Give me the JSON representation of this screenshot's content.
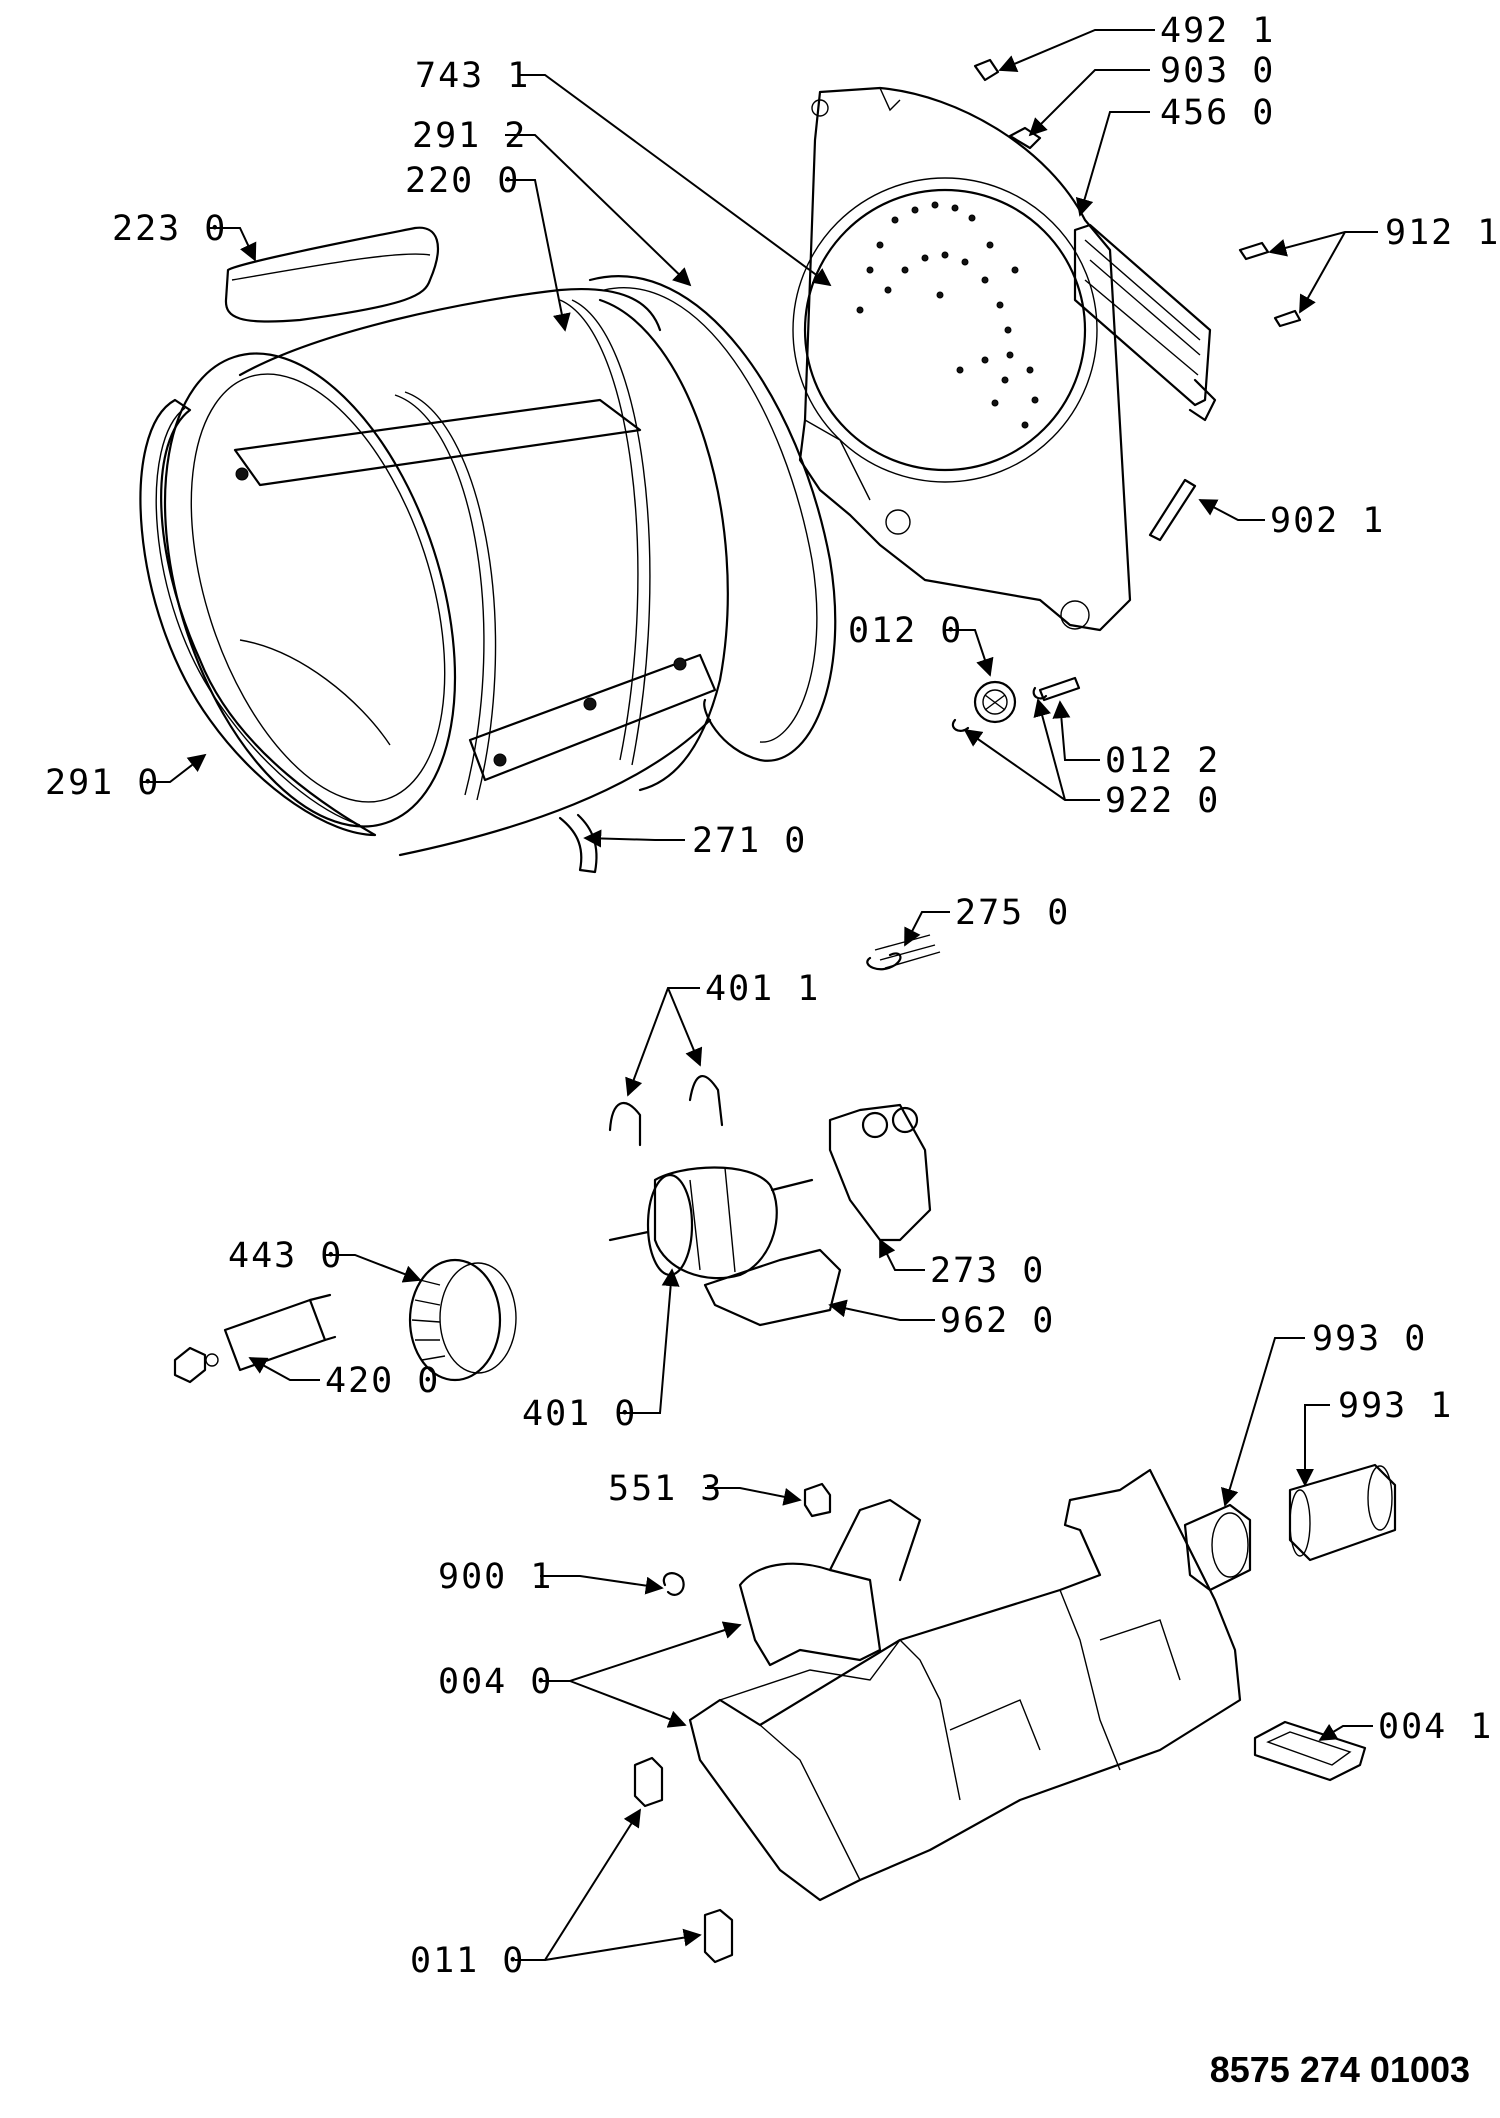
{
  "document_number": "8575 274 01003",
  "callouts": {
    "c4921": "492 1",
    "c9030": "903 0",
    "c4560": "456 0",
    "c7431": "743 1",
    "c2912": "291 2",
    "c2200": "220 0",
    "c2230": "223 0",
    "c9121": "912 1",
    "c9021": "902 1",
    "c0120": "012 0",
    "c0122": "012 2",
    "c9220": "922 0",
    "c2910": "291 0",
    "c2710": "271 0",
    "c2750": "275 0",
    "c4011": "401 1",
    "c2730": "273 0",
    "c4430": "443 0",
    "c9620": "962 0",
    "c4200": "420 0",
    "c4010": "401 0",
    "c9930": "993 0",
    "c9931": "993 1",
    "c5513": "551 3",
    "c9001": "900 1",
    "c0040": "004 0",
    "c0041": "004 1",
    "c0110": "011 0"
  }
}
